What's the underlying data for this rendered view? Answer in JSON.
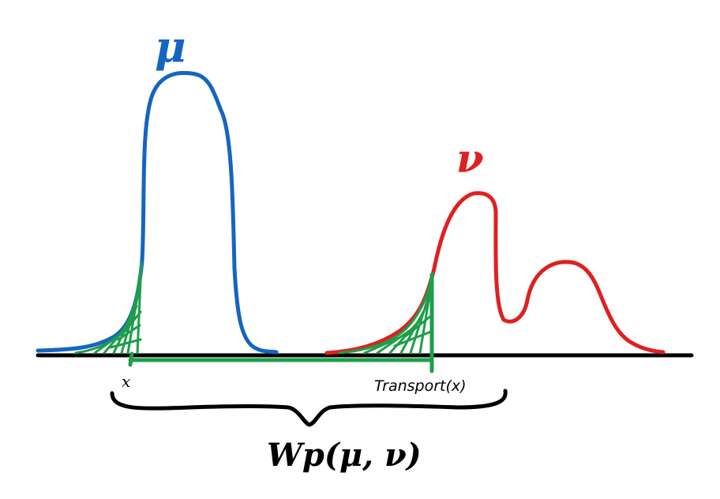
{
  "labels": {
    "mu": "μ",
    "nu": "ν",
    "x": "x",
    "transport": "Transport(x)",
    "distance": "Wp(μ, ν)"
  },
  "colors": {
    "mu_curve": "#1565c0",
    "nu_curve": "#e02020",
    "transport": "#1e9e4a",
    "axis": "#000000"
  }
}
